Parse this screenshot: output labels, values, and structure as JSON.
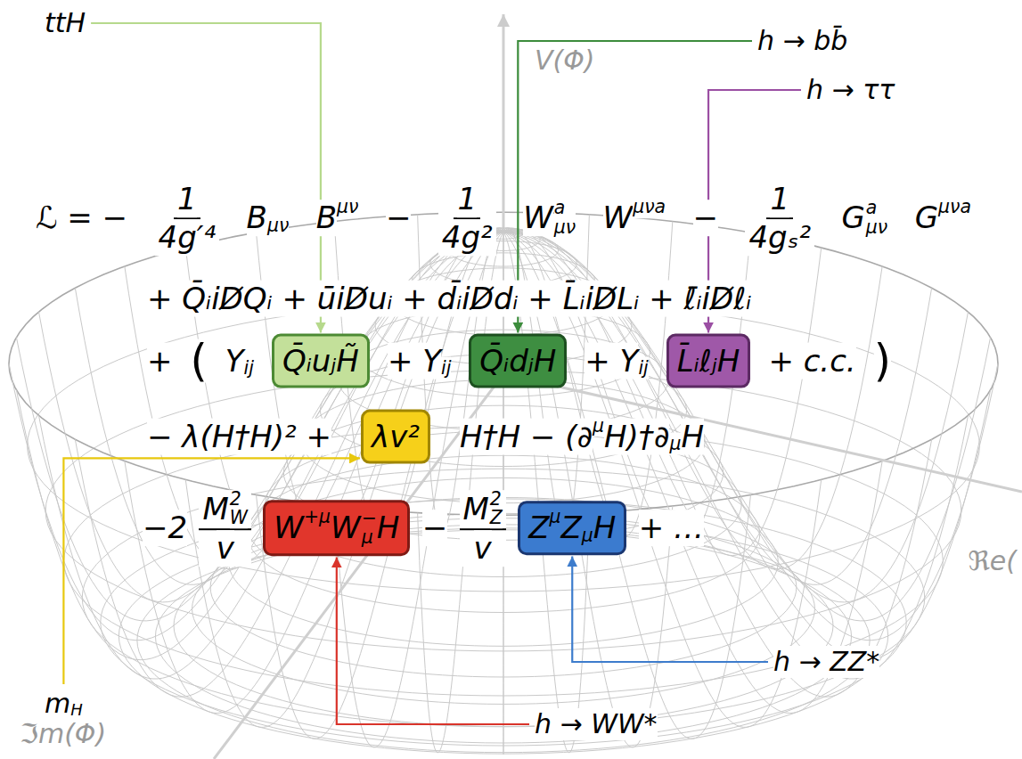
{
  "diagram": {
    "nodes": [
      {
        "text": [
          "Q̄ᵢuⱼH̃"
        ]
      },
      {
        "text": [
          "Q̄ᵢdⱼH"
        ]
      },
      {
        "text": [
          "L̄ᵢℓⱼH"
        ]
      },
      {
        "text": [
          "λv²"
        ]
      },
      {
        "text": [
          "W",
          "+μ",
          "W",
          "−",
          "μ",
          "H"
        ]
      },
      {
        "text": [
          "Z",
          "μ",
          "Z",
          "μ",
          "H"
        ]
      }
    ],
    "labels": [
      "ℒ = −",
      "1",
      "4g′⁴",
      "B",
      "μν",
      "B",
      "μν",
      "−",
      "1",
      "4g²",
      "W",
      "a",
      "μν",
      "W",
      "μνa",
      "−",
      "1",
      "4gₛ²",
      "G",
      "a",
      "μν",
      "G",
      "μνa",
      "+ Q̄ᵢiD̸Qᵢ + ūiD̸uᵢ + d̄ᵢiD̸dᵢ + L̄ᵢiD̸Lᵢ + ℓ̄ᵢiD̸ℓᵢ",
      "+",
      "(",
      "Y",
      "ij",
      "+ Y",
      "ij",
      "+ Y",
      "ij",
      "+ c.c.",
      ")",
      "− λ(H†H)² +",
      "H†H − (∂",
      "μ",
      "H)†∂",
      "μ",
      "H",
      "−2",
      "M",
      "2",
      "W",
      "v",
      "−",
      "M",
      "2",
      "Z",
      "v",
      "+ …",
      "ttH",
      "h → bb̄",
      "h → ττ",
      "m",
      "H",
      "h → ZZ*",
      "h → WW*",
      "V(Φ)",
      "ℜe(",
      "ℑm(Φ)"
    ]
  }
}
